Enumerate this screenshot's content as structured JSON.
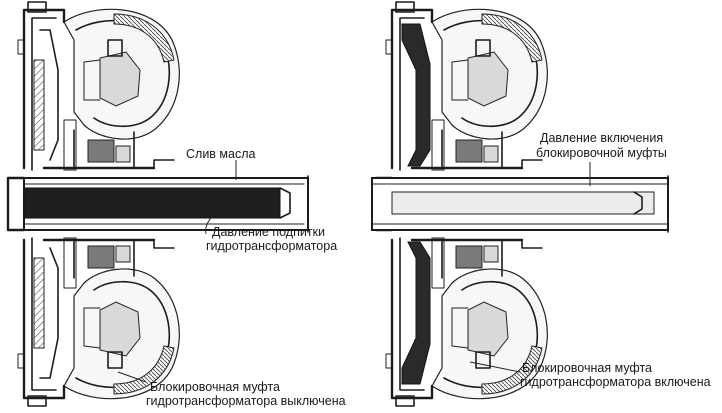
{
  "labels": {
    "left_drain": "Слив масла",
    "left_feed_line1": "Давление подпитки",
    "left_feed_line2": "гидротрансформатора",
    "left_caption_line1": "Блокировочная муфта",
    "left_caption_line2": "гидротрансформатора выключена",
    "right_pressure_line1": "Давление включения",
    "right_pressure_line2": "блокировочной муфты",
    "right_caption_line1": "Блокировочная муфта",
    "right_caption_line2": "гидротрансформатора включена"
  },
  "panels": [
    {
      "name": "left",
      "clutch_engaged": false,
      "shaft_oil": "dark"
    },
    {
      "name": "right",
      "clutch_engaged": true,
      "shaft_oil": "light"
    }
  ]
}
